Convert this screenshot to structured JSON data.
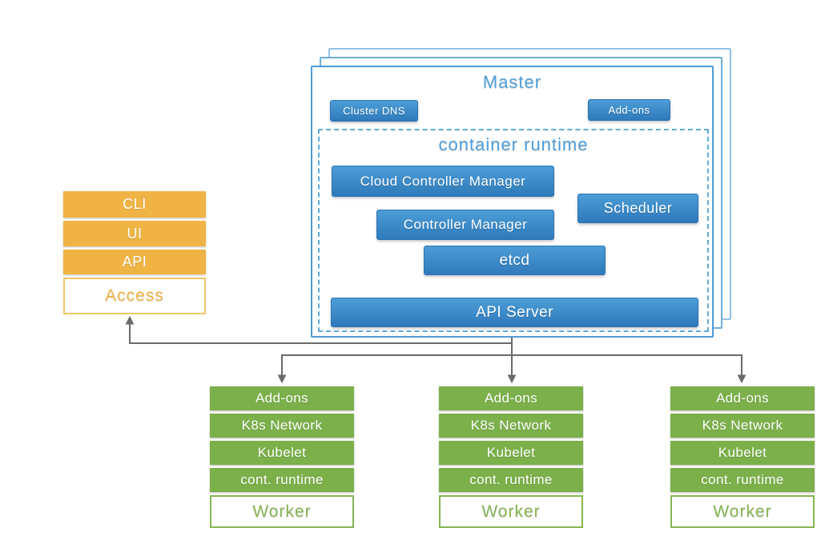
{
  "colors": {
    "blue_top": "#4C9DD7",
    "blue_bottom": "#2F7ABB",
    "blue_border": "#2D74B4",
    "light_blue": "#4E9FD9",
    "master_border": "#4E9BD3",
    "stack_border_2": "#6FAEDB",
    "stack_border_3": "#92C2E5",
    "dashed_border": "#63ABDC",
    "orange": "#F0B445",
    "orange_border": "#F5C566",
    "green": "#7BB04A",
    "green_border": "#87B553",
    "arrow_gray": "#6A6A6A"
  },
  "master": {
    "title": "Master",
    "buttons": {
      "cluster_dns": "Cluster DNS",
      "addons": "Add-ons"
    },
    "container_runtime": {
      "label": "container runtime",
      "components": {
        "cloud_controller_manager": "Cloud Controller Manager",
        "controller_manager": "Controller Manager",
        "etcd": "etcd",
        "scheduler": "Scheduler"
      }
    },
    "api_server": "API Server"
  },
  "access_stack": {
    "items": [
      "CLI",
      "UI",
      "API"
    ],
    "label": "Access"
  },
  "worker_stack": {
    "rows": [
      "Add-ons",
      "K8s Network",
      "Kubelet",
      "cont. runtime"
    ],
    "label": "Worker"
  }
}
